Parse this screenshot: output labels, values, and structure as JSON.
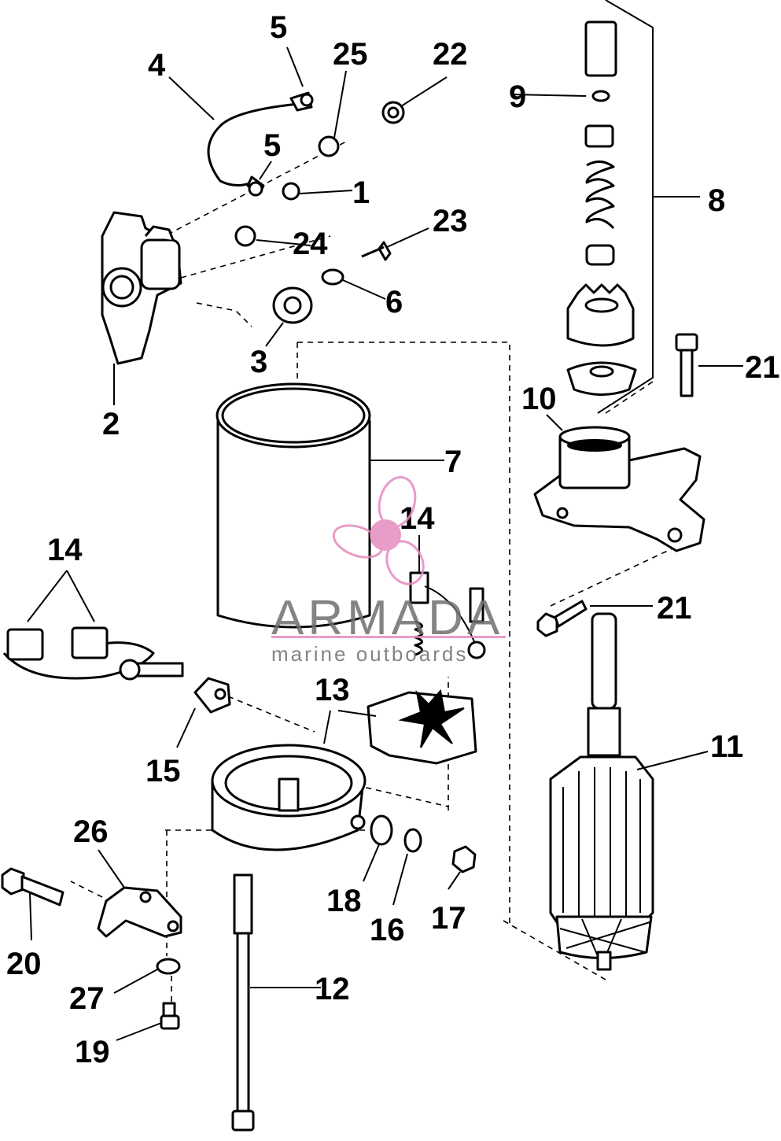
{
  "callouts": {
    "c1": "1",
    "c2": "2",
    "c3": "3",
    "c4": "4",
    "c5a": "5",
    "c5b": "5",
    "c6": "6",
    "c7": "7",
    "c8": "8",
    "c9": "9",
    "c10": "10",
    "c11": "11",
    "c12": "12",
    "c13": "13",
    "c14a": "14",
    "c14b": "14",
    "c15": "15",
    "c16": "16",
    "c17": "17",
    "c18": "18",
    "c19": "19",
    "c20": "20",
    "c21a": "21",
    "c21b": "21",
    "c22": "22",
    "c23": "23",
    "c24": "24",
    "c25": "25",
    "c26": "26",
    "c27": "27"
  },
  "watermark": {
    "brand": "ARMADA",
    "tagline": "marine outboards",
    "accent_color": "#e48bbf"
  }
}
